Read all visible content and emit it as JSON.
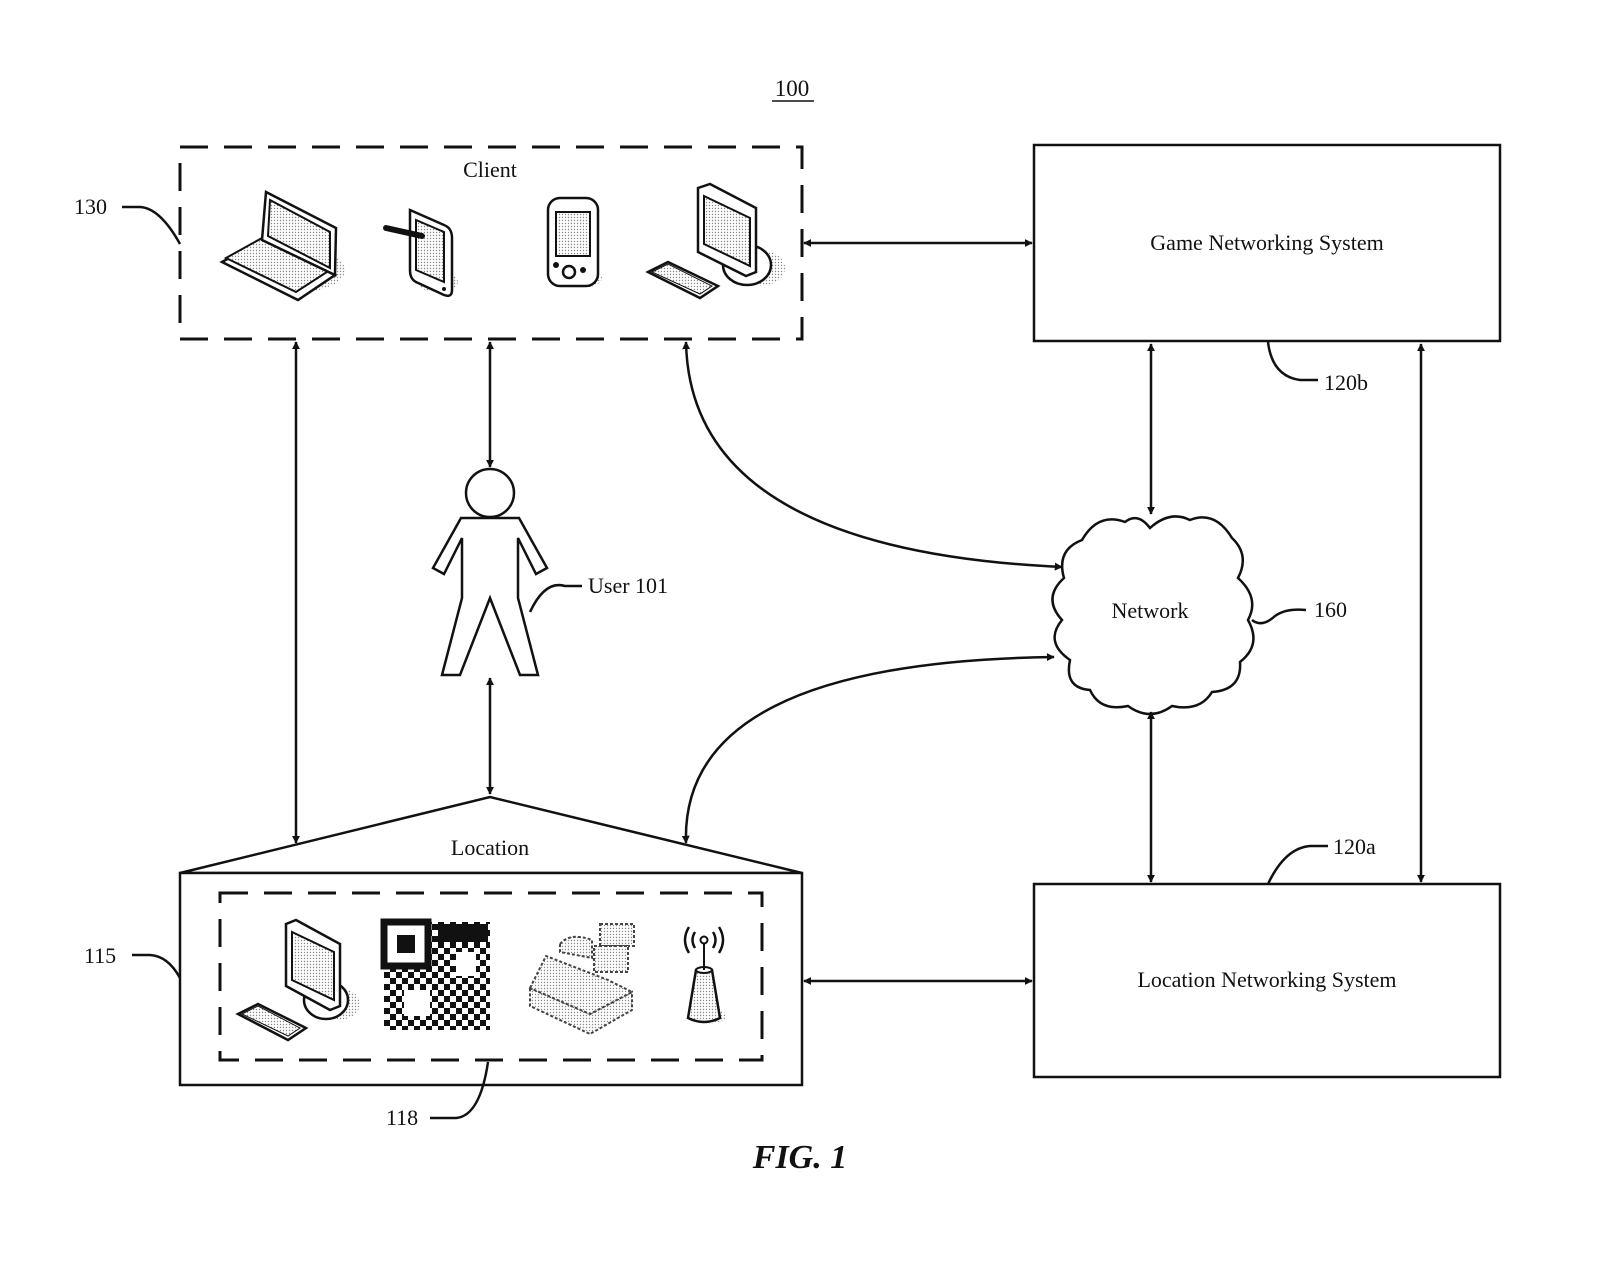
{
  "figure": {
    "ref_number": "100",
    "caption": "FIG. 1"
  },
  "client": {
    "title": "Client",
    "ref": "130",
    "devices": [
      "laptop",
      "tablet-with-stylus",
      "pda",
      "desktop-computer"
    ]
  },
  "game_networking_system": {
    "title": "Game Networking System",
    "ref": "120b"
  },
  "location_networking_system": {
    "title": "Location Networking System",
    "ref": "120a"
  },
  "network": {
    "title": "Network",
    "ref": "160"
  },
  "user": {
    "label": "User 101"
  },
  "location": {
    "title": "Location",
    "ref": "115",
    "inner_ref": "118",
    "devices": [
      "desktop-computer",
      "qr-code",
      "cash-register",
      "wireless-access-point"
    ]
  },
  "connections": [
    {
      "from": "client",
      "to": "game_networking_system",
      "type": "bidirectional"
    },
    {
      "from": "client",
      "to": "user",
      "type": "bidirectional"
    },
    {
      "from": "client",
      "to": "location",
      "type": "bidirectional"
    },
    {
      "from": "client",
      "to": "network",
      "type": "bidirectional"
    },
    {
      "from": "user",
      "to": "location",
      "type": "bidirectional"
    },
    {
      "from": "location",
      "to": "network",
      "type": "bidirectional"
    },
    {
      "from": "location",
      "to": "location_networking_system",
      "type": "bidirectional"
    },
    {
      "from": "game_networking_system",
      "to": "network",
      "type": "bidirectional"
    },
    {
      "from": "network",
      "to": "location_networking_system",
      "type": "bidirectional"
    },
    {
      "from": "game_networking_system",
      "to": "location_networking_system",
      "type": "bidirectional"
    }
  ]
}
